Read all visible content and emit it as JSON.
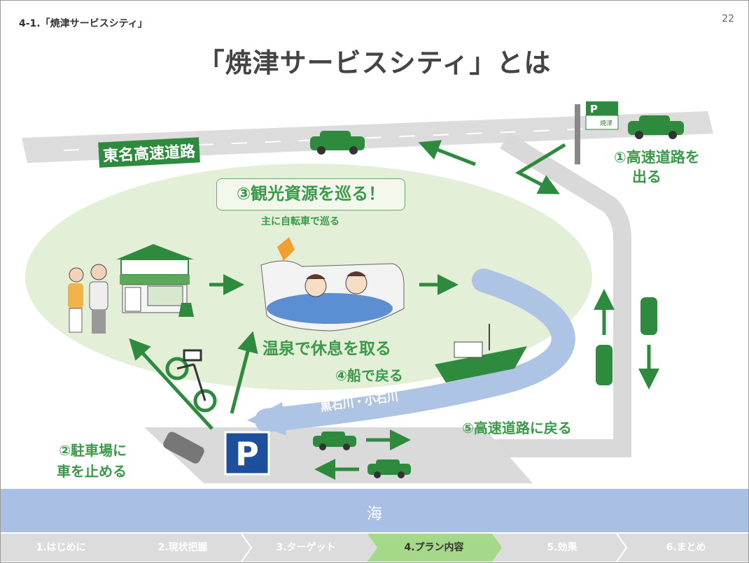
{
  "header": {
    "section": "4-1.「焼津サービスシティ」",
    "page_number": "22",
    "title": "「焼津サービスシティ」とは"
  },
  "diagram": {
    "highway_label": "東名高速道路",
    "step1": "①高速道路を\n出る",
    "step2": "②駐車場に\n車を止める",
    "step3": "③観光資源を巡る！",
    "step3_sub": "主に自転車で巡る",
    "onsen": "温泉で休息を取る",
    "step4": "④船で戻る",
    "river": "黒石川・小石川",
    "step5": "⑤高速道路に戻る",
    "sea": "海",
    "sign_p": "P",
    "sign_text": "焼津",
    "parking": "P"
  },
  "nav": {
    "items": [
      {
        "label": "1.はじめに",
        "active": false
      },
      {
        "label": "2.現状把握",
        "active": false
      },
      {
        "label": "3.ターゲット",
        "active": false
      },
      {
        "label": "4.プラン内容",
        "active": true
      },
      {
        "label": "5.効果",
        "active": false
      },
      {
        "label": "6.まとめ",
        "active": false
      }
    ]
  },
  "colors": {
    "green": "#2e8b3e",
    "light_green": "#e3efd6",
    "road": "#d9d9d9",
    "river": "#aec4e4",
    "sea": "#a9bfe3"
  }
}
